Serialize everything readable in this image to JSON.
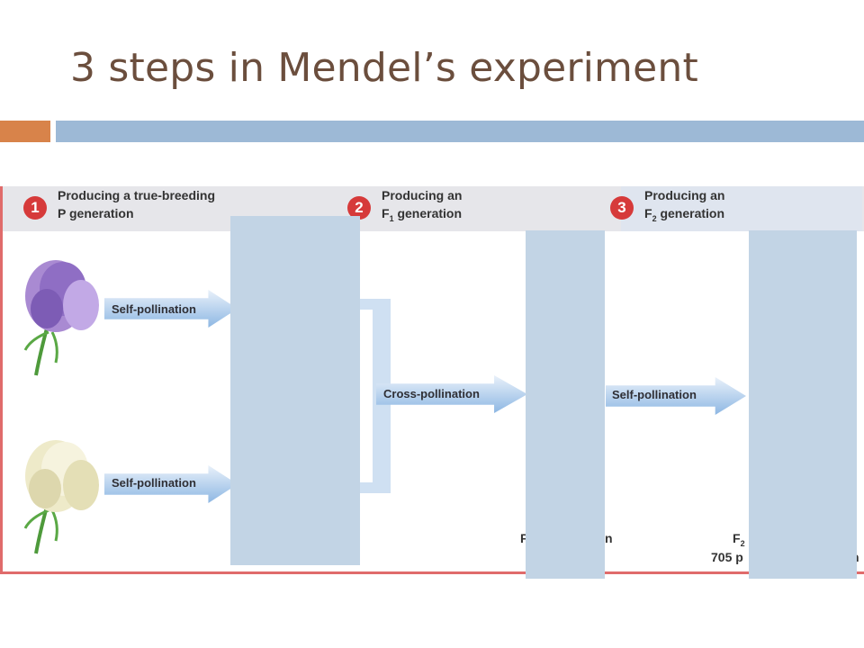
{
  "slide": {
    "title": "3 steps in Mendel’s experiment"
  },
  "figure": {
    "steps": [
      {
        "number": "1",
        "line1": "Producing a true-breeding",
        "line2_main": "P generation",
        "line2_sub": ""
      },
      {
        "number": "2",
        "line1": "Producing an",
        "line2_main": "F",
        "line2_sub": "1",
        "line2_tail": " generation"
      },
      {
        "number": "3",
        "line1": "Producing an",
        "line2_main": "F",
        "line2_sub": "2",
        "line2_tail": " generation"
      }
    ],
    "arrows": {
      "purple_self": "Self-pollination",
      "white_self": "Self-pollination",
      "cross": "Cross-pollination",
      "f1_self": "Self-pollination"
    },
    "partial_labels": {
      "f1_start": "F",
      "f1_end": "n",
      "f2_start": "F",
      "f2_sub": "2",
      "count_text": "705 p",
      "tail_text": "n"
    }
  },
  "colors": {
    "title": "#6b4e3d",
    "accent_orange": "#d8834a",
    "accent_blue": "#9db9d6",
    "step_badge": "#d63a3a",
    "cover_box": "#c2d4e5",
    "arrow": "#8db7e3",
    "purple_flower": "#9a78c8",
    "white_flower": "#efeacb"
  }
}
